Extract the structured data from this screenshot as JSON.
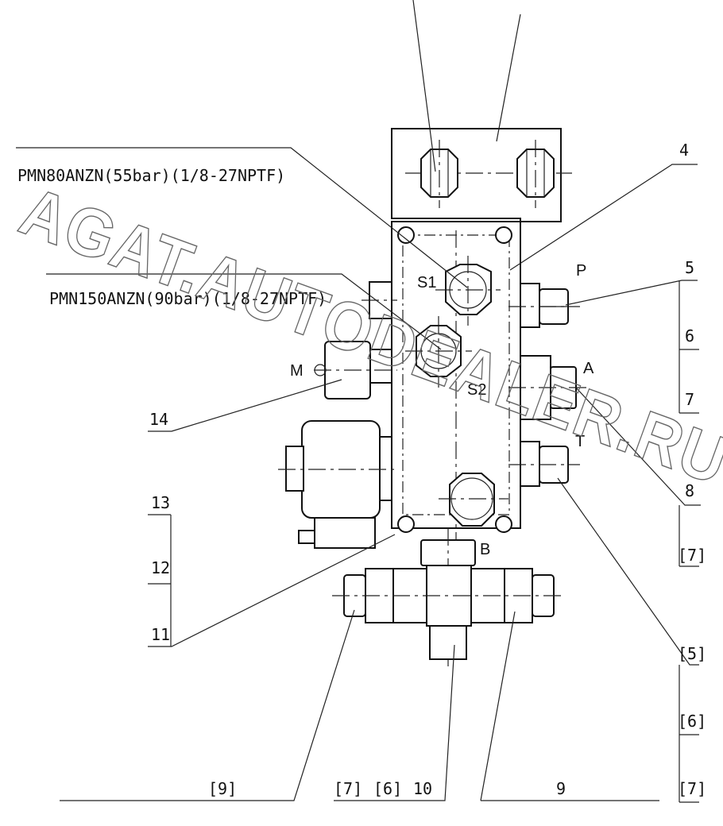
{
  "annotations": {
    "spec_s1": "PMN80ANZN(55bar)(1/8-27NPTF)",
    "spec_s2": "PMN150ANZN(90bar)(1/8-27NPTF)"
  },
  "ports": {
    "s1": "S1",
    "s2": "S2",
    "p": "P",
    "a": "A",
    "t": "T",
    "b": "B",
    "m": "M"
  },
  "callouts": {
    "c4": "4",
    "c5": "5",
    "c6": "6",
    "c7": "7",
    "c8": "8",
    "c7b": "[7]",
    "c5b": "[5]",
    "c6b": "[6]",
    "c7c": "[7]",
    "c9": "9",
    "c9b": "[9]",
    "c10": "10",
    "c6c": "[6]",
    "c7d": "[7]",
    "c11": "11",
    "c12": "12",
    "c13": "13",
    "c14": "14"
  },
  "watermark": "AGAT.AUTODEALER.RU"
}
